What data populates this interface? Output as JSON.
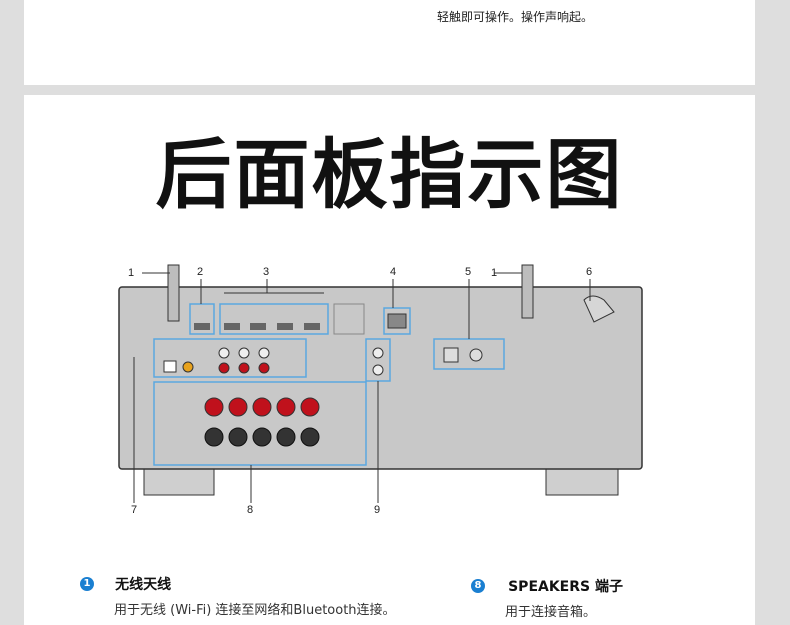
{
  "top_card": {
    "text": "轻触即可操作。操作声响起。"
  },
  "title": "后面板指示图",
  "callouts": {
    "c1a": "1",
    "c2": "2",
    "c3": "3",
    "c4": "4",
    "c5": "5",
    "c1b": "1",
    "c6": "6",
    "c7": "7",
    "c8": "8",
    "c9": "9"
  },
  "items": [
    {
      "num": "1",
      "title": "无线天线",
      "desc": "用于无线 (Wi-Fi) 连接至网络和Bluetooth连接。"
    },
    {
      "num": "8",
      "title": "SPEAKERS 端子",
      "desc": "用于连接音箱。"
    }
  ],
  "colors": {
    "accent": "#1a7fd1",
    "highlight_box": "#5aa7e0",
    "panel": "#c8c8c8",
    "red_terminal": "#c0111c"
  }
}
